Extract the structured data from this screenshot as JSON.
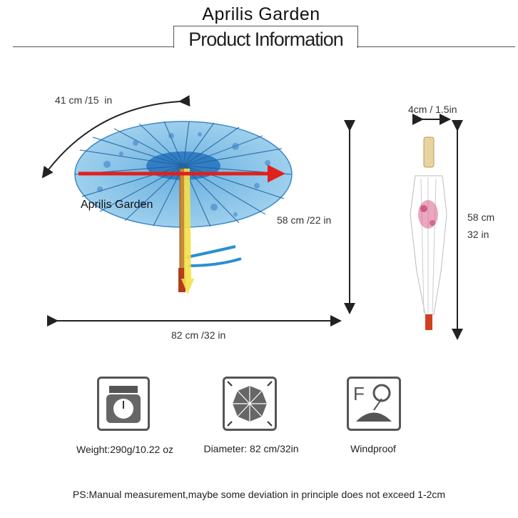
{
  "brand": "Aprilis Garden",
  "header": {
    "title": "Product Information"
  },
  "open_umbrella": {
    "arc_dimension": {
      "value": "41",
      "unit": "cm",
      "sep": " /",
      "value2": "15",
      "unit2": "in"
    },
    "height_dimension": {
      "value": "58",
      "unit": "cm",
      "sep": " /",
      "value2": "22",
      "unit2": "in"
    },
    "width_dimension": {
      "value": "82",
      "unit": "cm",
      "sep": " /",
      "value2": "32",
      "unit2": "in"
    },
    "watermark": "Aprilis Garden"
  },
  "closed_umbrella": {
    "diameter_dimension": "4cm / 1.5in",
    "length_value": "58",
    "length_unit": "cm",
    "length_value2": "32",
    "length_unit2": "in"
  },
  "specs": [
    {
      "icon": "scale-icon",
      "label_prefix": "Weight:",
      "value": "290",
      "unit": "g/",
      "value2": "10.22",
      "unit2": " oz"
    },
    {
      "icon": "umbrella-diameter-icon",
      "label_prefix": "Diameter:  ",
      "value": "82",
      "unit": " cm/",
      "value2": "32",
      "unit2": "in"
    },
    {
      "icon": "windproof-icon",
      "label": "Windproof"
    }
  ],
  "note": "PS:Manual measurement,maybe some deviation in principle does not exceed 1-2cm",
  "colors": {
    "canopy": "#8cc4e6",
    "canopy_dark": "#2a78c0",
    "arrow_red": "#e0201c",
    "handle_yellow": "#f4e04a",
    "ribbon": "#2a8fd0"
  }
}
